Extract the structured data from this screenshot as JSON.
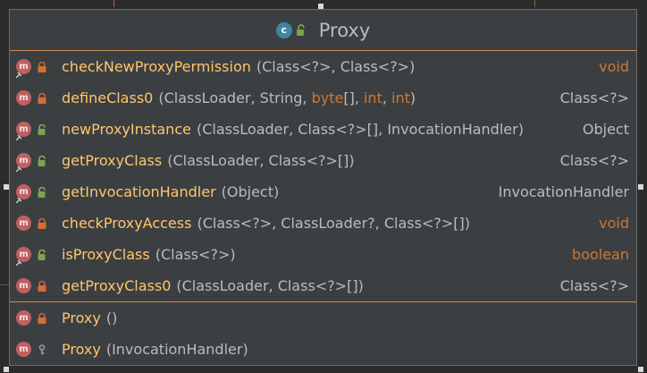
{
  "class": {
    "name": "Proxy",
    "icon_letter": "c"
  },
  "methods": [
    {
      "name": "checkNewProxyPermission",
      "params": "(Class<?>, Class<?>)",
      "ret": "void",
      "ret_kw": true,
      "vis": "private",
      "static": true
    },
    {
      "name": "defineClass0",
      "params_parts": [
        "(ClassLoader, String, ",
        "byte",
        "[], ",
        "int",
        ", ",
        "int",
        ")"
      ],
      "ret": "Class<?>",
      "ret_kw": false,
      "vis": "private",
      "static": false
    },
    {
      "name": "newProxyInstance",
      "params": "(ClassLoader, Class<?>[], InvocationHandler)",
      "ret": "Object",
      "ret_kw": false,
      "vis": "public",
      "static": true
    },
    {
      "name": "getProxyClass",
      "params": "(ClassLoader, Class<?>[])",
      "ret": "Class<?>",
      "ret_kw": false,
      "vis": "public",
      "static": true
    },
    {
      "name": "getInvocationHandler",
      "params": "(Object)",
      "ret": "InvocationHandler",
      "ret_kw": false,
      "vis": "public",
      "static": true
    },
    {
      "name": "checkProxyAccess",
      "params": "(Class<?>, ClassLoader?, Class<?>[])",
      "ret": "void",
      "ret_kw": true,
      "vis": "private",
      "static": false
    },
    {
      "name": "isProxyClass",
      "params": "(Class<?>)",
      "ret": "boolean",
      "ret_kw": true,
      "vis": "public",
      "static": true
    },
    {
      "name": "getProxyClass0",
      "params": "(ClassLoader, Class<?>[])",
      "ret": "Class<?>",
      "ret_kw": false,
      "vis": "private",
      "static": false
    }
  ],
  "constructors": [
    {
      "name": "Proxy",
      "params": "()",
      "vis": "private"
    },
    {
      "name": "Proxy",
      "params": "(InvocationHandler)",
      "vis": "protected"
    }
  ],
  "icons": {
    "method": "m",
    "private": "lock-icon-red",
    "public": "unlock-icon-green",
    "protected": "key-icon-gray"
  },
  "colors": {
    "background": "#2b2b2b",
    "box": "#3c3f41",
    "separator": "#cb8c4f",
    "method_name": "#ffc66d",
    "text": "#bbbbbb",
    "keyword": "#cc7832",
    "method_icon": "#c1605f",
    "class_icon": "#3e86a0"
  }
}
